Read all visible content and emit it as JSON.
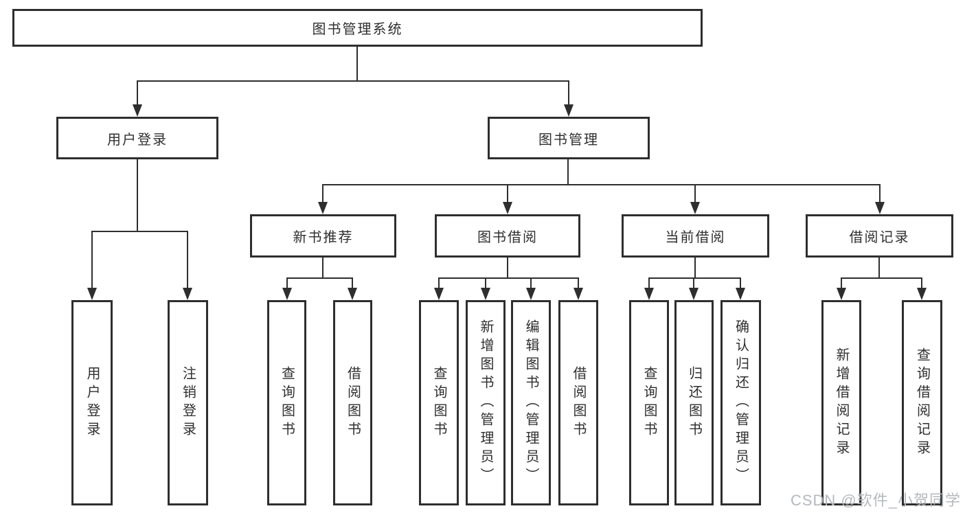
{
  "nodes": {
    "root": "图书管理系统",
    "user_login": "用户登录",
    "book_management": "图书管理",
    "new_book_recommend": "新书推荐",
    "book_borrowing": "图书借阅",
    "current_borrowing": "当前借阅",
    "borrowing_records": "借阅记录",
    "leaf_user_login": "用户登录",
    "leaf_logout": "注销登录",
    "leaf_recommend_query": "查询图书",
    "leaf_recommend_borrow": "借阅图书",
    "leaf_borrowing_query": "查询图书",
    "leaf_borrowing_add": "新增图书（管理员）",
    "leaf_borrowing_edit": "编辑图书（管理员）",
    "leaf_borrowing_borrow": "借阅图书",
    "leaf_current_query": "查询图书",
    "leaf_current_return": "归还图书",
    "leaf_current_confirm": "确认归还（管理员）",
    "leaf_records_add": "新增借阅记录",
    "leaf_records_query": "查询借阅记录"
  },
  "watermark": "CSDN @软件_小贺同学",
  "colors": {
    "line": "#2e2e2e",
    "text": "#2f2f2f",
    "watermark": "#b4b9be",
    "background": "#ffffff"
  }
}
